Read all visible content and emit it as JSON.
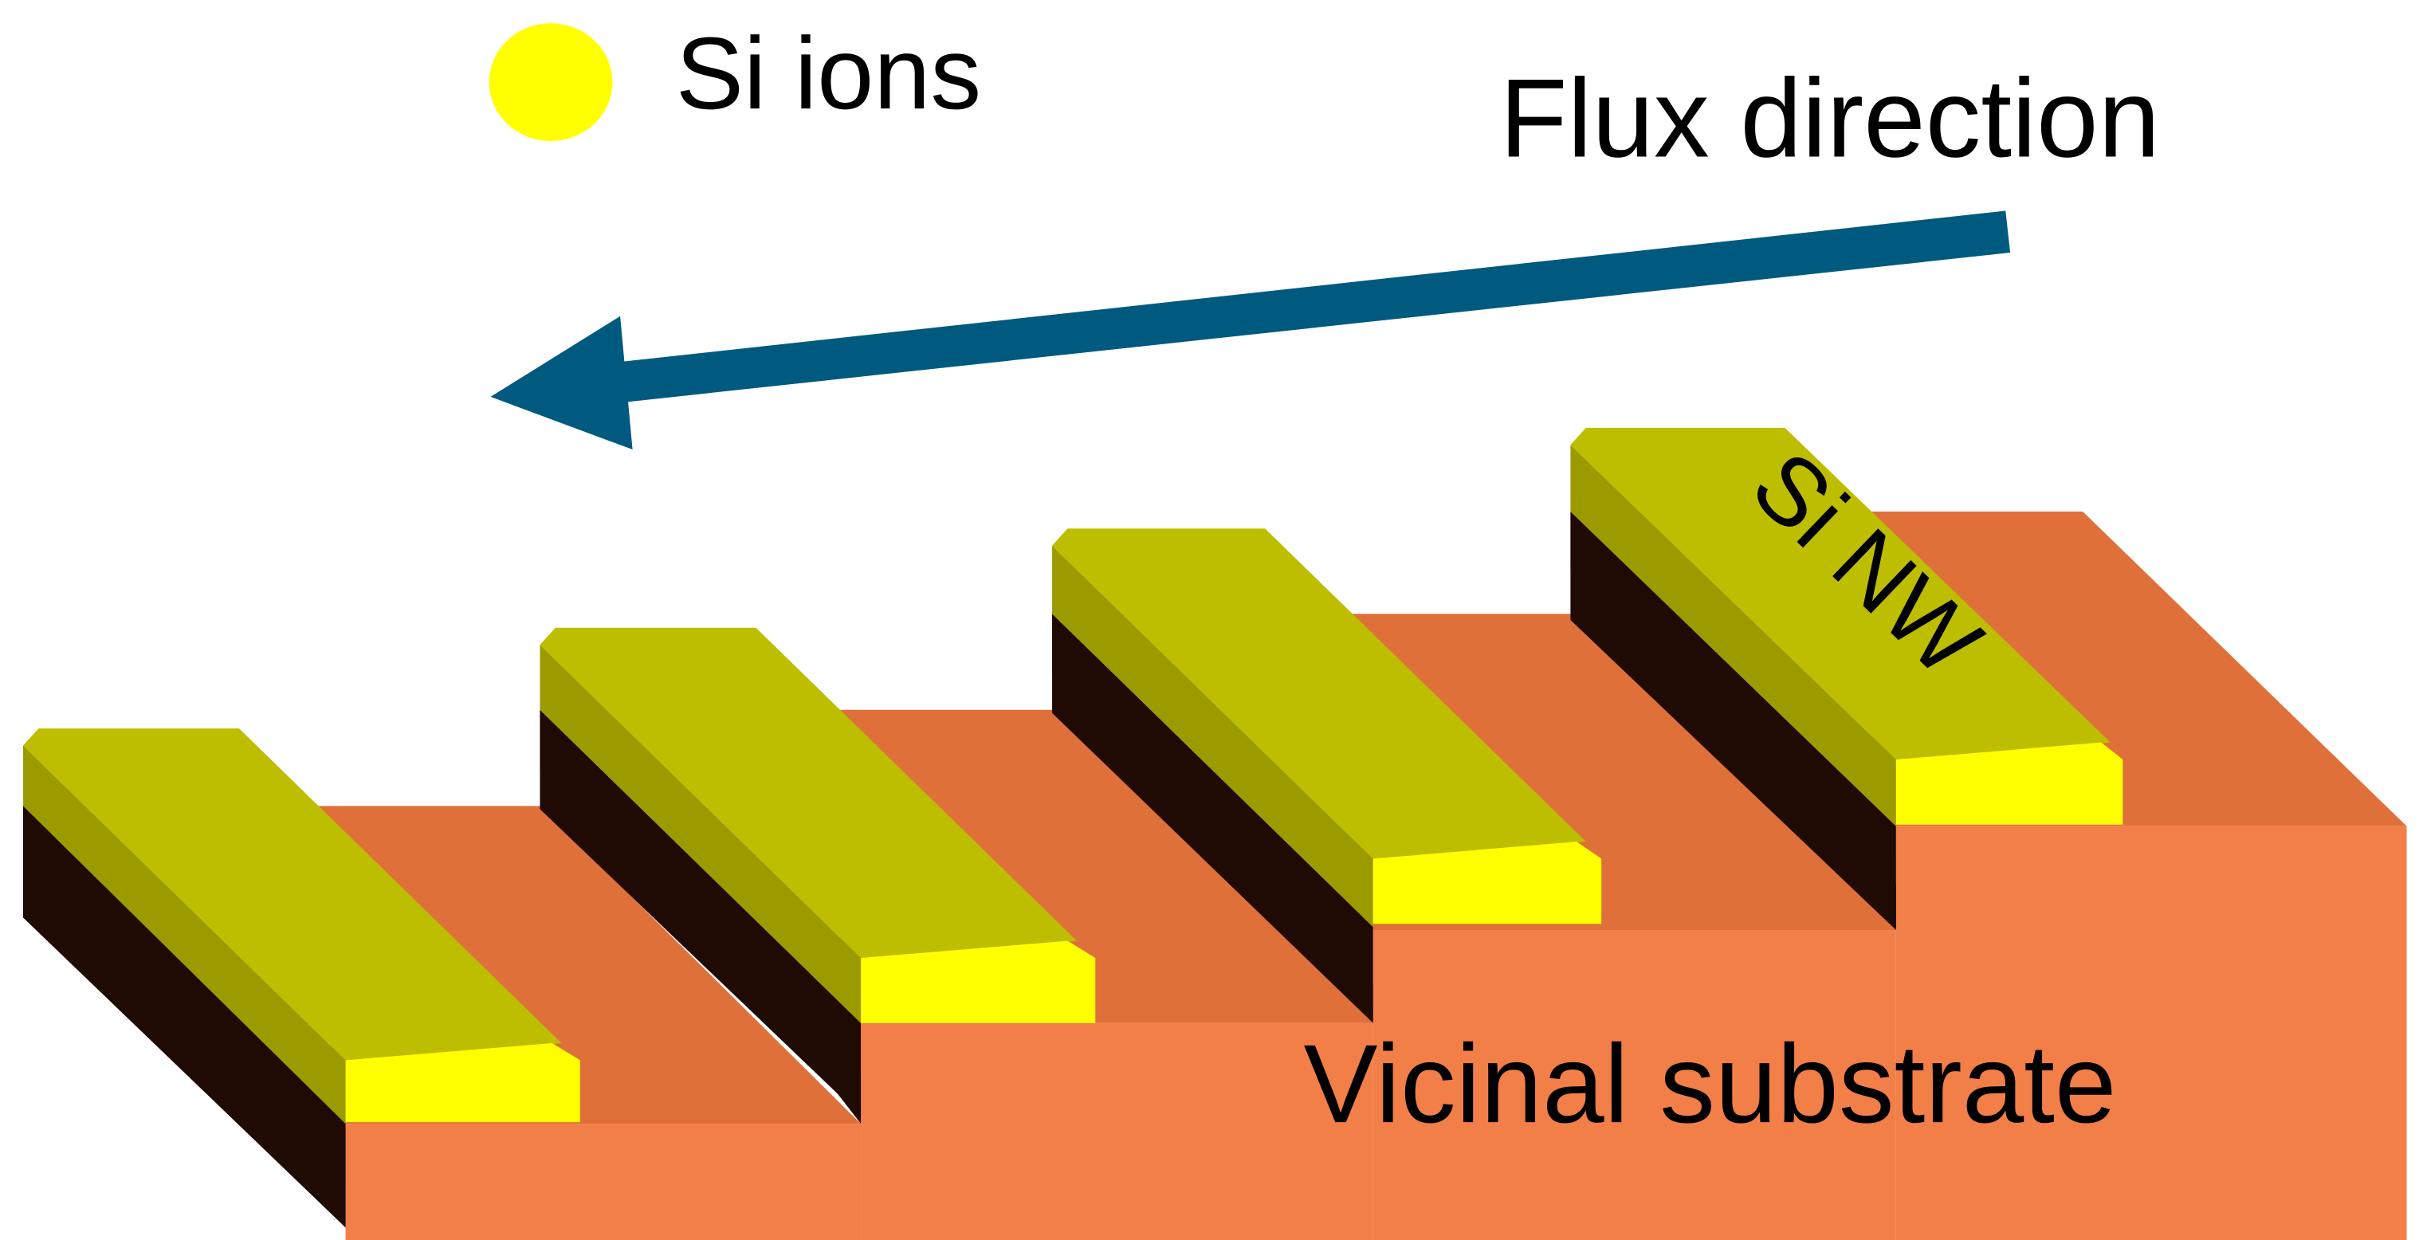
{
  "legend": {
    "ion_label": "Si ions",
    "ion_color": "#FFFF00"
  },
  "flux": {
    "label": "Flux direction",
    "arrow_color": "#005A80"
  },
  "nanowire": {
    "label": "Si NW",
    "top_color": "#BEBE00",
    "side_color": "#9B9B00",
    "shadow_color": "#1F0A04",
    "deposit_color": "#FFFF00"
  },
  "substrate": {
    "label": "Vicinal substrate",
    "top_color": "#E0703A",
    "front_color": "#F27E48"
  }
}
